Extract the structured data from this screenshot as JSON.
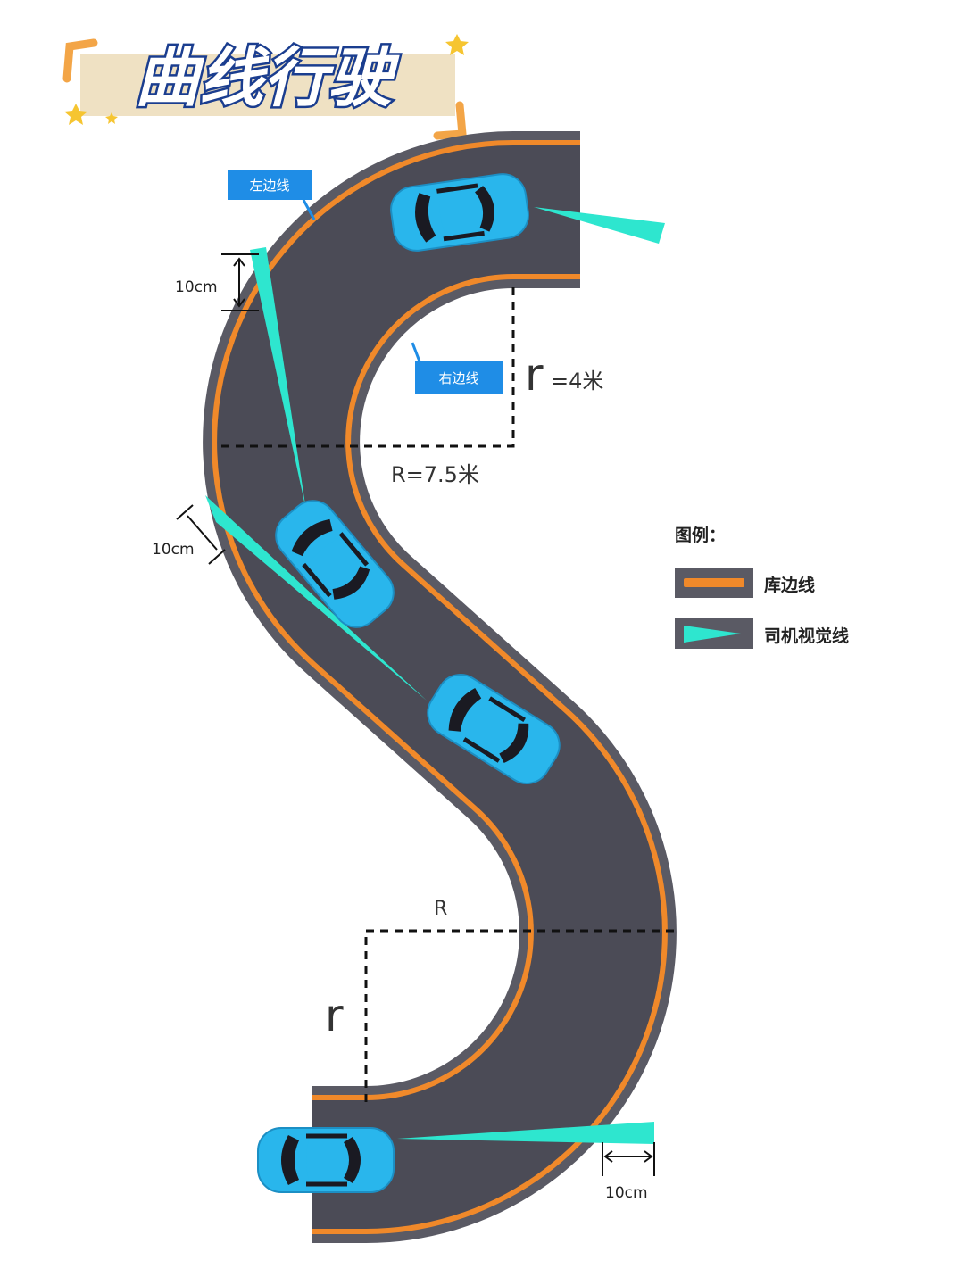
{
  "title": "曲线行驶",
  "labels": {
    "left_edge": "左边线",
    "right_edge": "右边线",
    "r_small_top": "r",
    "r_small_value": "=4米",
    "R_big_top": "R=7.5米",
    "R_bottom": "R",
    "r_bottom": "r",
    "gap_top": "10cm",
    "gap_mid": "10cm",
    "gap_bottom": "10cm"
  },
  "legend": {
    "title": "图例：",
    "items": [
      {
        "label": "库边线",
        "icon": "orange-line"
      },
      {
        "label": "司机视觉线",
        "icon": "cyan-wedge"
      }
    ]
  },
  "colors": {
    "road": "#4b4b56",
    "edge_line": "#f0892a",
    "car": "#29b6ec",
    "sight": "#2ee6cf",
    "label_bg": "#1f8de6",
    "title_text": "#1a3d8f"
  }
}
